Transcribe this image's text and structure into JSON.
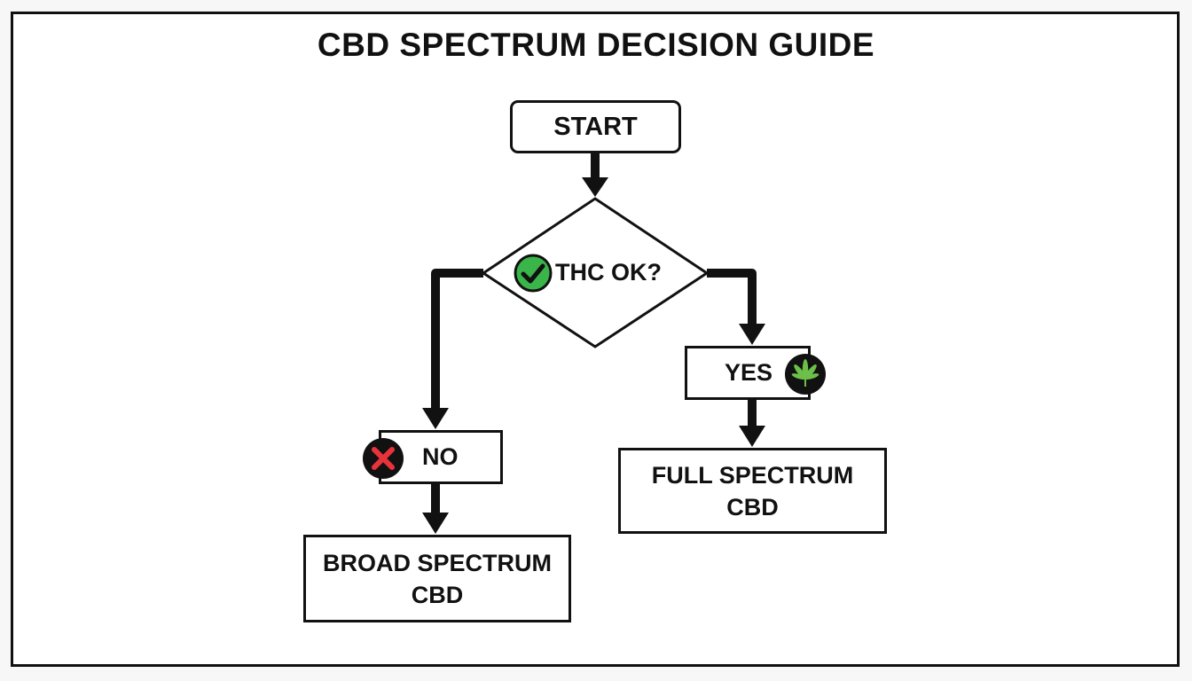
{
  "title": "CBD SPECTRUM DECISION GUIDE",
  "nodes": {
    "start": "START",
    "decision": "THC OK?",
    "yes": "YES",
    "no": "NO",
    "full": [
      "FULL SPECTRUM",
      "CBD"
    ],
    "broad": [
      "BROAD SPECTRUM",
      "CBD"
    ]
  },
  "icons": {
    "decision": "check-icon",
    "yes": "cannabis-leaf-icon",
    "no": "cross-icon"
  },
  "colors": {
    "check": "#3ab54a",
    "cross": "#e8333c",
    "leaf": "#6cc04a",
    "ink": "#111111"
  }
}
